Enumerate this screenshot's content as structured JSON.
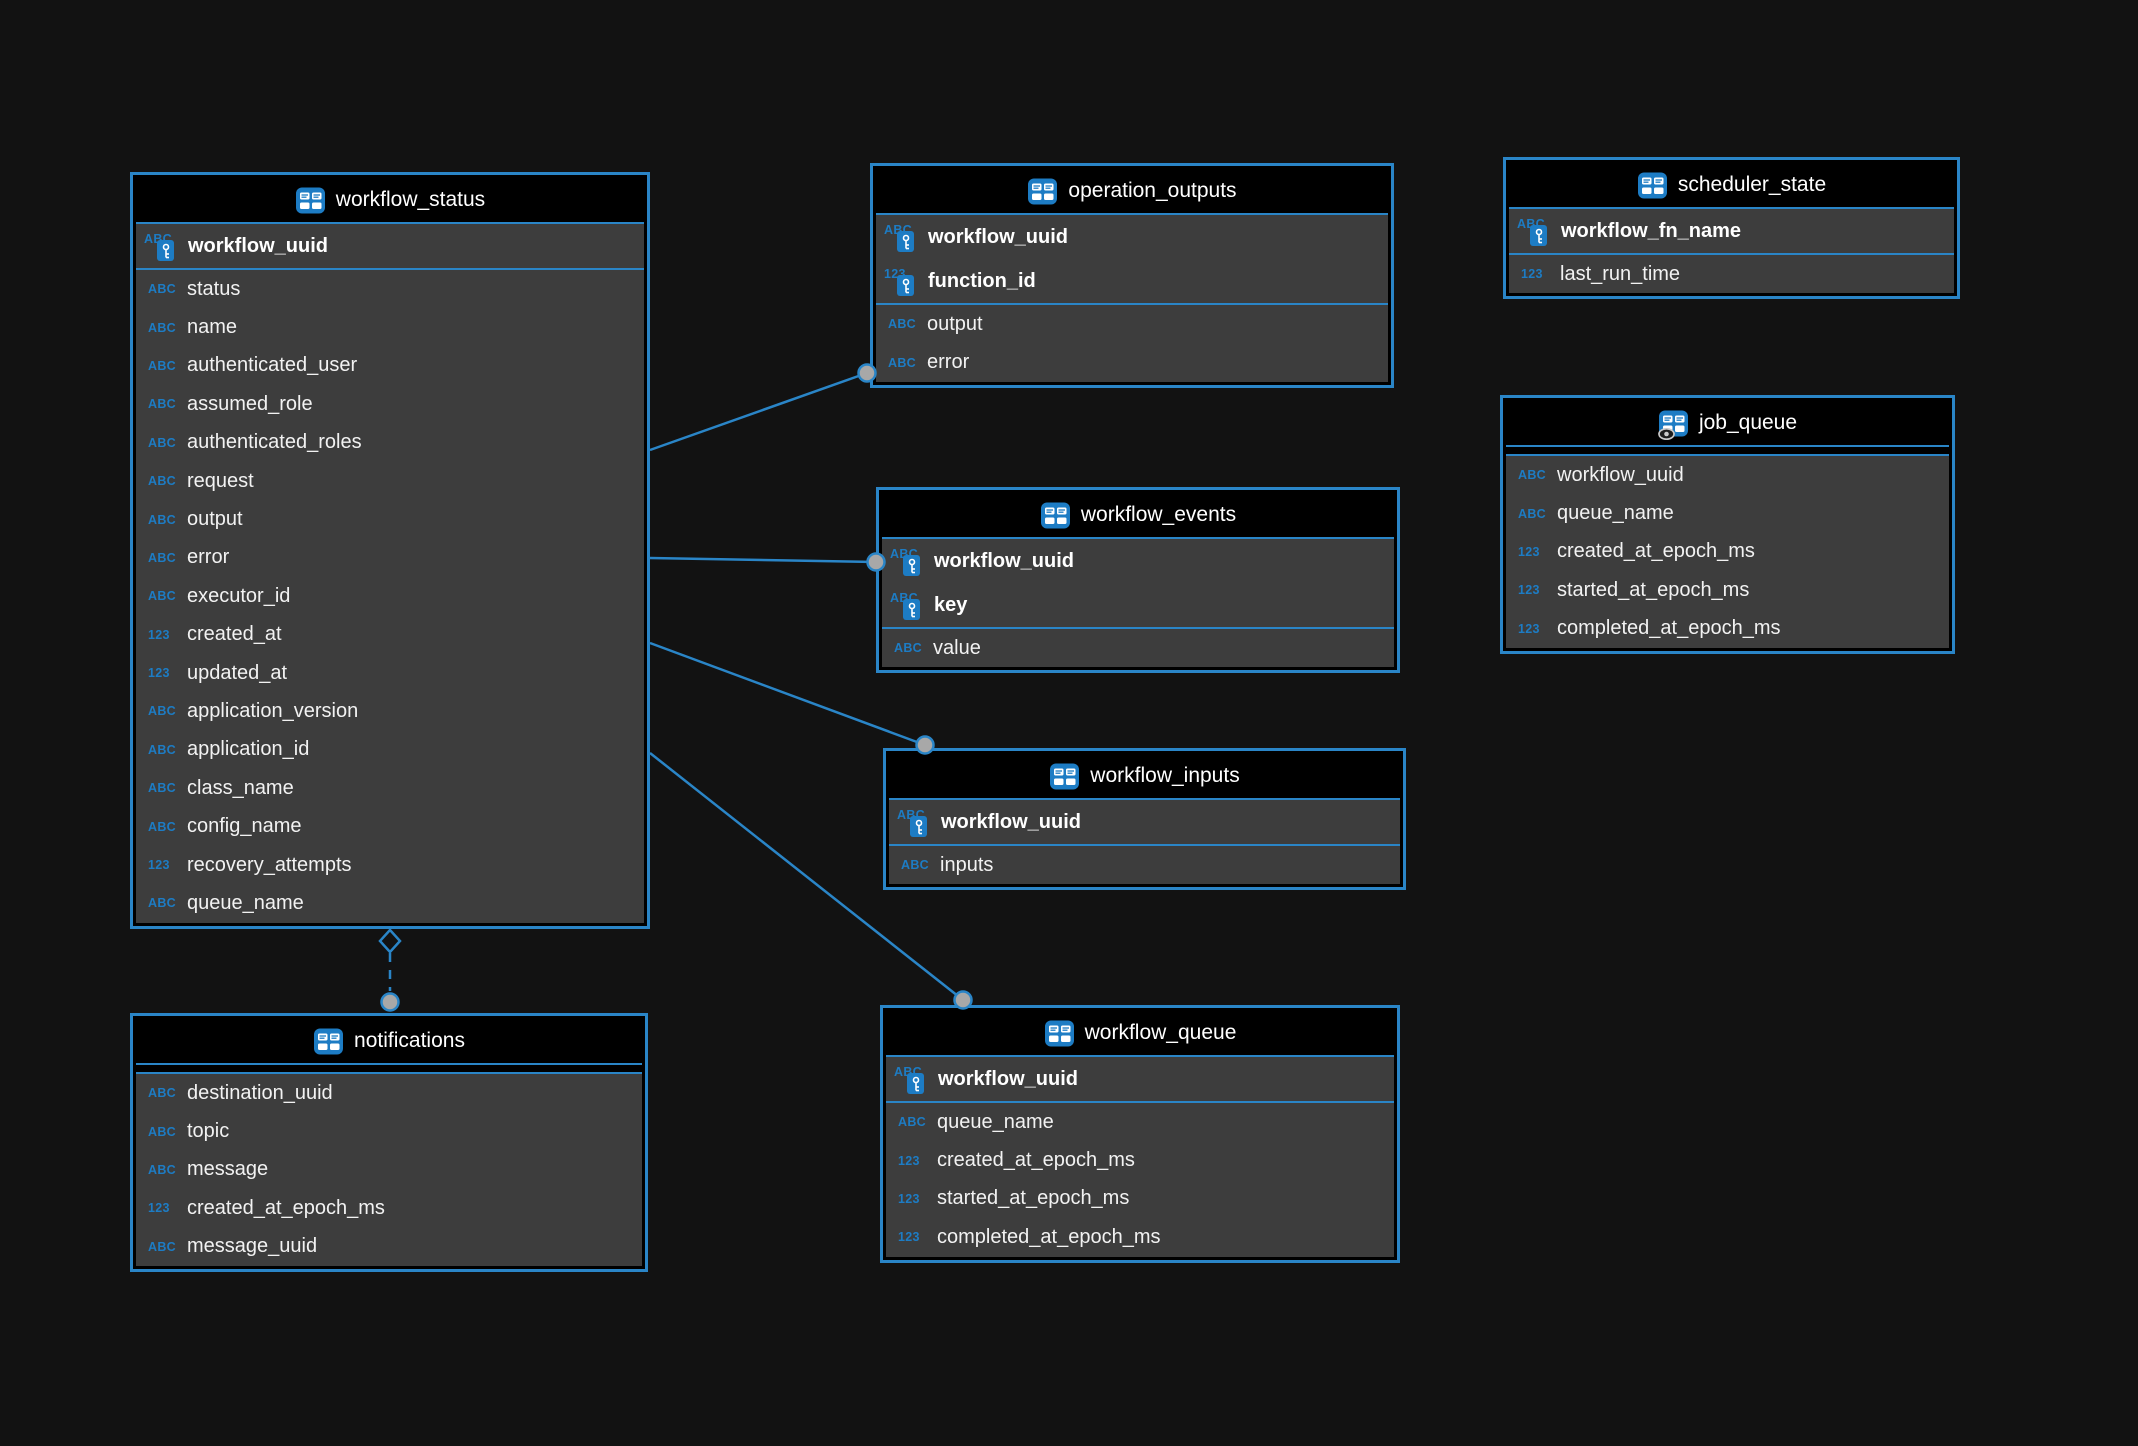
{
  "diagram": {
    "background_color": "#121212",
    "accent_color": "#2a85c7",
    "icon_blue": "#1d7cc4",
    "table_body_color": "#3d3d3d",
    "header_color": "#000000",
    "connector_dot_color": "#a8a8a8"
  },
  "icons": {
    "text_type_label": "ABC",
    "number_type_label": "123",
    "table_icon": "table-grid",
    "view_icon": "table-grid-with-eye",
    "key_icon": "key"
  },
  "tables": [
    {
      "id": "workflow_status",
      "title": "workflow_status",
      "kind": "table",
      "primary_keys": [
        {
          "name": "workflow_uuid",
          "type": "text"
        }
      ],
      "columns": [
        {
          "name": "status",
          "type": "text"
        },
        {
          "name": "name",
          "type": "text"
        },
        {
          "name": "authenticated_user",
          "type": "text"
        },
        {
          "name": "assumed_role",
          "type": "text"
        },
        {
          "name": "authenticated_roles",
          "type": "text"
        },
        {
          "name": "request",
          "type": "text"
        },
        {
          "name": "output",
          "type": "text"
        },
        {
          "name": "error",
          "type": "text"
        },
        {
          "name": "executor_id",
          "type": "text"
        },
        {
          "name": "created_at",
          "type": "number"
        },
        {
          "name": "updated_at",
          "type": "number"
        },
        {
          "name": "application_version",
          "type": "text"
        },
        {
          "name": "application_id",
          "type": "text"
        },
        {
          "name": "class_name",
          "type": "text"
        },
        {
          "name": "config_name",
          "type": "text"
        },
        {
          "name": "recovery_attempts",
          "type": "number"
        },
        {
          "name": "queue_name",
          "type": "text"
        }
      ]
    },
    {
      "id": "operation_outputs",
      "title": "operation_outputs",
      "kind": "table",
      "primary_keys": [
        {
          "name": "workflow_uuid",
          "type": "text"
        },
        {
          "name": "function_id",
          "type": "number"
        }
      ],
      "columns": [
        {
          "name": "output",
          "type": "text"
        },
        {
          "name": "error",
          "type": "text"
        }
      ]
    },
    {
      "id": "scheduler_state",
      "title": "scheduler_state",
      "kind": "table",
      "primary_keys": [
        {
          "name": "workflow_fn_name",
          "type": "text"
        }
      ],
      "columns": [
        {
          "name": "last_run_time",
          "type": "number"
        }
      ]
    },
    {
      "id": "job_queue",
      "title": "job_queue",
      "kind": "view",
      "primary_keys": [],
      "columns": [
        {
          "name": "workflow_uuid",
          "type": "text"
        },
        {
          "name": "queue_name",
          "type": "text"
        },
        {
          "name": "created_at_epoch_ms",
          "type": "number"
        },
        {
          "name": "started_at_epoch_ms",
          "type": "number"
        },
        {
          "name": "completed_at_epoch_ms",
          "type": "number"
        }
      ]
    },
    {
      "id": "workflow_events",
      "title": "workflow_events",
      "kind": "table",
      "primary_keys": [
        {
          "name": "workflow_uuid",
          "type": "text"
        },
        {
          "name": "key",
          "type": "text"
        }
      ],
      "columns": [
        {
          "name": "value",
          "type": "text"
        }
      ]
    },
    {
      "id": "workflow_inputs",
      "title": "workflow_inputs",
      "kind": "table",
      "primary_keys": [
        {
          "name": "workflow_uuid",
          "type": "text"
        }
      ],
      "columns": [
        {
          "name": "inputs",
          "type": "text"
        }
      ]
    },
    {
      "id": "notifications",
      "title": "notifications",
      "kind": "table",
      "primary_keys": [],
      "columns": [
        {
          "name": "destination_uuid",
          "type": "text"
        },
        {
          "name": "topic",
          "type": "text"
        },
        {
          "name": "message",
          "type": "text"
        },
        {
          "name": "created_at_epoch_ms",
          "type": "number"
        },
        {
          "name": "message_uuid",
          "type": "text"
        }
      ]
    },
    {
      "id": "workflow_queue",
      "title": "workflow_queue",
      "kind": "table",
      "primary_keys": [
        {
          "name": "workflow_uuid",
          "type": "text"
        }
      ],
      "columns": [
        {
          "name": "queue_name",
          "type": "text"
        },
        {
          "name": "created_at_epoch_ms",
          "type": "number"
        },
        {
          "name": "started_at_epoch_ms",
          "type": "number"
        },
        {
          "name": "completed_at_epoch_ms",
          "type": "number"
        }
      ]
    }
  ],
  "relationships": [
    {
      "from": "workflow_status",
      "to": "operation_outputs",
      "style": "solid",
      "end_marker": "circle"
    },
    {
      "from": "workflow_status",
      "to": "workflow_events",
      "style": "solid",
      "end_marker": "circle"
    },
    {
      "from": "workflow_status",
      "to": "workflow_inputs",
      "style": "solid",
      "end_marker": "circle"
    },
    {
      "from": "workflow_status",
      "to": "workflow_queue",
      "style": "solid",
      "end_marker": "circle"
    },
    {
      "from": "workflow_status",
      "to": "notifications",
      "style": "dashed",
      "start_marker": "diamond",
      "end_marker": "circle"
    }
  ]
}
